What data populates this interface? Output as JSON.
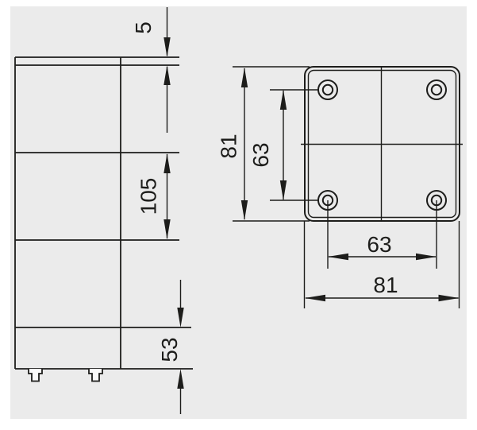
{
  "colors": {
    "page_background": "#ffffff",
    "canvas_background": "#ebebeb",
    "line": "#1d1d1b"
  },
  "side_view": {
    "plate_thickness_label": "5",
    "module_height_label": "105",
    "base_height_label": "53"
  },
  "top_view": {
    "overall_height_label": "81",
    "hole_spacing_vertical_label": "63",
    "hole_spacing_horizontal_label": "63",
    "overall_width_label": "81"
  }
}
